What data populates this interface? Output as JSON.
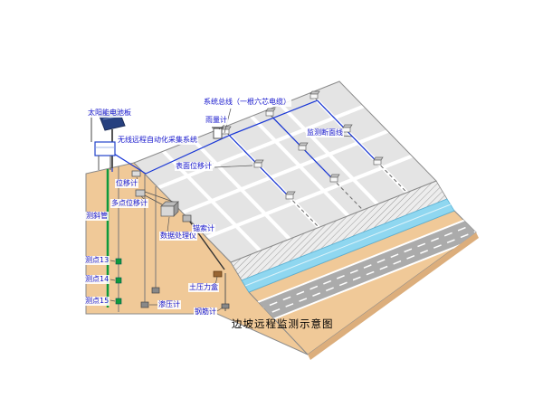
{
  "caption": "边坡远程监测示意图",
  "labels": {
    "solar_panel": "太阳能电池板",
    "system_bus": "系统总线（一根六芯电缆）",
    "rain_gauge": "雨量计",
    "monitoring_section": "监测断面线",
    "wireless_system": "无线远程自动化采集系统",
    "surface_displacement": "表面位移计",
    "displacement": "位移计",
    "multipoint_displacement": "多点位移计",
    "inclinometer_tube": "测斜管",
    "data_processor": "数据处理仪",
    "anchor_meter": "锚索计",
    "point_13": "测点13",
    "point_14": "测点14",
    "point_15": "测点15",
    "seepage_meter": "渗压计",
    "earth_pressure_cell": "土压力盒",
    "rebar_meter": "钢筋计"
  },
  "colors": {
    "label": "#1414CC",
    "caption_color": "#000000",
    "soil": "#F0C998",
    "soil_dark": "#DCAE7C",
    "slope": "#E4E4E4",
    "grid": "#FFFFFF",
    "hatch_bg": "#EDEDED",
    "hatch_line": "#9A9A9A",
    "water": "#8FD7F0",
    "road": "#ABABAB",
    "road_mark": "#FFFFFF",
    "cable": "#1836D6",
    "tube": "#0E9A3C",
    "panel": "#26407F",
    "outline": "#8A8A8A"
  }
}
